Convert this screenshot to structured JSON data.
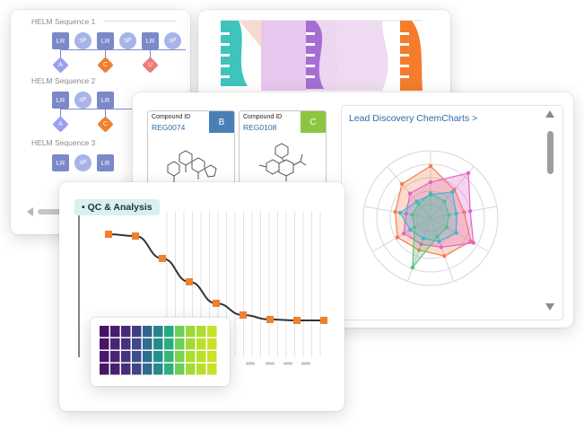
{
  "helm": {
    "sequences": [
      {
        "title": "HELM Sequence 1",
        "monomers": [
          "LR",
          "sP",
          "LR",
          "sP",
          "LR",
          "sP"
        ],
        "bases": [
          "A",
          "C",
          "U"
        ]
      },
      {
        "title": "HELM Sequence 2",
        "monomers": [
          "LR",
          "sP",
          "LR"
        ],
        "bases": [
          "A",
          "C"
        ]
      },
      {
        "title": "HELM Sequence 3",
        "monomers": [
          "LR",
          "sP",
          "LR"
        ],
        "bases": []
      }
    ],
    "base_colors": {
      "A": "#9aa0f0",
      "C": "#f07f2e",
      "U": "#f07a7a"
    }
  },
  "compounds": [
    {
      "label": "Compound ID",
      "id": "REG0074",
      "tag": "B",
      "tag_color": "#4a7fb6"
    },
    {
      "label": "Compound ID",
      "id": "REG0108",
      "tag": "C",
      "tag_color": "#8cc63f"
    }
  ],
  "chemcharts": {
    "title": "Lead Discovery ChemCharts",
    "chevron": ">"
  },
  "qc": {
    "title": "QC & Analysis",
    "bullet": "•"
  },
  "chart_data": [
    {
      "type": "line",
      "x": [
        1,
        2,
        3,
        4,
        5,
        6,
        7,
        8,
        9
      ],
      "values": [
        0.97,
        0.95,
        0.7,
        0.44,
        0.2,
        0.07,
        0.02,
        0.01,
        0.01
      ],
      "ylim": [
        0,
        1
      ]
    },
    {
      "type": "radar",
      "axes": 9,
      "series": [
        {
          "color": "#f47c52",
          "values": [
            0.84,
            0.6,
            0.55,
            0.75,
            0.65,
            0.55,
            0.62,
            0.58,
            0.72
          ]
        },
        {
          "color": "#e066c7",
          "values": [
            0.58,
            0.95,
            0.65,
            0.8,
            0.5,
            0.45,
            0.5,
            0.4,
            0.52
          ]
        },
        {
          "color": "#5bc27a",
          "values": [
            0.4,
            0.35,
            0.3,
            0.3,
            0.32,
            0.85,
            0.3,
            0.3,
            0.3
          ]
        },
        {
          "color": "#3fb8c8",
          "values": [
            0.38,
            0.55,
            0.42,
            0.48,
            0.4,
            0.35,
            0.38,
            0.5,
            0.35
          ]
        }
      ]
    },
    {
      "type": "heatmap",
      "rows": 4,
      "values": [
        [
          0.05,
          0.08,
          0.12,
          0.18,
          0.32,
          0.45,
          0.6,
          0.78,
          0.85,
          0.88,
          0.92
        ],
        [
          0.06,
          0.1,
          0.14,
          0.22,
          0.35,
          0.48,
          0.62,
          0.78,
          0.86,
          0.9,
          0.92
        ],
        [
          0.07,
          0.1,
          0.15,
          0.24,
          0.36,
          0.5,
          0.66,
          0.8,
          0.88,
          0.9,
          0.93
        ],
        [
          0.06,
          0.09,
          0.13,
          0.2,
          0.34,
          0.47,
          0.63,
          0.77,
          0.86,
          0.89,
          0.92
        ]
      ]
    }
  ]
}
